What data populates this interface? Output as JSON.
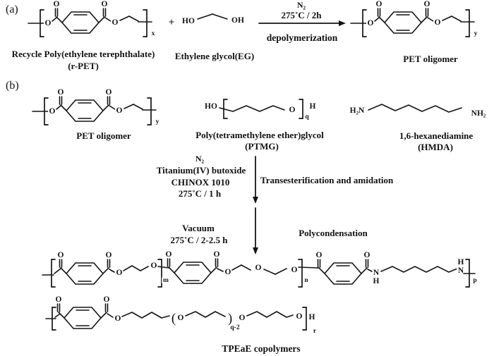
{
  "palette": {
    "ink": "#141414",
    "background": "#ffffff"
  },
  "section_a": {
    "label": "(a)",
    "reactant1": {
      "name1": "Recycle Poly(ethylene terephthalate)",
      "name2": "(r-PET)"
    },
    "reactant2": {
      "name": "Ethylene glycol(EG)"
    },
    "arrow": {
      "above1": "N₂",
      "above2": "275˚C / 2h",
      "below": "depolymerization"
    },
    "product": {
      "name": "PET oligomer"
    }
  },
  "section_b": {
    "label": "(b)",
    "reactant1": {
      "name": "PET oligomer"
    },
    "reactant2": {
      "name1": "Poly(tetramethylene ether)glycol",
      "name2": "(PTMG)"
    },
    "reactant3": {
      "name1": "1,6-hexanediamine",
      "name2": "(HMDA)"
    },
    "step1": {
      "conditions": [
        "N₂",
        "Titanium(IV) butoxide",
        "CHINOX 1010",
        "275˚C / 1 h"
      ],
      "process": "Transesterification and amidation"
    },
    "step2": {
      "conditions": [
        "Vacuum",
        "275˚C / 2-2.5 h"
      ],
      "process": "Polycondensation"
    },
    "product": {
      "name": "TPEaE copolymers"
    }
  },
  "drawing": {
    "atom_o": "O",
    "primitives": [
      [
        "l",
        40,
        33,
        62,
        33
      ],
      [
        "br",
        57,
        14,
        52,
        1
      ],
      [
        "t",
        "O",
        68,
        33
      ],
      [
        "l",
        74,
        30,
        80,
        25
      ],
      [
        "tp",
        114,
        32
      ],
      [
        "l",
        149,
        25,
        157,
        30
      ],
      [
        "t",
        "O",
        163,
        32
      ],
      [
        "l",
        170,
        29,
        183,
        23
      ],
      [
        "l",
        183,
        23,
        196,
        30
      ],
      [
        "l",
        196,
        31,
        215,
        31
      ],
      [
        "br",
        208,
        14,
        52,
        -1
      ],
      [
        "sub",
        "x",
        217,
        48
      ],
      [
        "t",
        "+",
        243,
        32,
        15
      ],
      [
        "t",
        "HO",
        267,
        30
      ],
      [
        "l",
        280,
        27,
        301,
        20
      ],
      [
        "l",
        301,
        20,
        322,
        27
      ],
      [
        "t",
        "OH",
        337,
        29
      ],
      [
        "arr",
        367,
        33,
        480,
        33
      ],
      [
        "l",
        497,
        33,
        519,
        33
      ],
      [
        "br",
        514,
        14,
        52,
        1
      ],
      [
        "t",
        "O",
        525,
        33
      ],
      [
        "l",
        531,
        30,
        537,
        25
      ],
      [
        "tp",
        571,
        32
      ],
      [
        "l",
        606,
        25,
        614,
        30
      ],
      [
        "t",
        "O",
        620,
        32
      ],
      [
        "l",
        627,
        29,
        640,
        23
      ],
      [
        "l",
        640,
        23,
        653,
        30
      ],
      [
        "l",
        653,
        31,
        672,
        31
      ],
      [
        "br",
        665,
        14,
        52,
        -1
      ],
      [
        "sub",
        "y",
        674,
        48
      ],
      [
        "l",
        46,
        158,
        68,
        158
      ],
      [
        "br",
        63,
        139,
        177,
        1
      ],
      [
        "t",
        "O",
        74,
        158
      ],
      [
        "l",
        80,
        155,
        86,
        150
      ],
      [
        "tp",
        120,
        157
      ],
      [
        "l",
        155,
        150,
        163,
        155
      ],
      [
        "t",
        "O",
        169,
        157
      ],
      [
        "l",
        176,
        154,
        189,
        148
      ],
      [
        "l",
        189,
        148,
        202,
        155
      ],
      [
        "l",
        202,
        156,
        221,
        156
      ],
      [
        "br",
        214,
        139,
        177,
        -1
      ],
      [
        "sub",
        "y",
        223,
        173
      ],
      [
        "t",
        "HO",
        299,
        151
      ],
      [
        "br",
        317,
        141,
        168,
        1
      ],
      [
        "z",
        [
          311,
          153,
          330,
          158,
          349,
          150,
          368,
          158,
          387,
          150,
          403,
          156
        ]
      ],
      [
        "t",
        "O",
        414,
        156
      ],
      [
        "br",
        429,
        141,
        168,
        -1
      ],
      [
        "sub",
        "q",
        435,
        166
      ],
      [
        "t",
        "H",
        443,
        151
      ],
      [
        "t",
        "H₂N",
        506,
        157
      ],
      [
        "z",
        [
          522,
          156,
          541,
          148,
          560,
          157,
          579,
          149,
          598,
          158,
          617,
          150,
          636,
          159,
          654,
          153
        ]
      ],
      [
        "t",
        "NH₂",
        678,
        161
      ],
      [
        "arr",
        362,
        222,
        362,
        279
      ],
      [
        "arr",
        362,
        295,
        362,
        351
      ],
      [
        "l",
        60,
        390,
        76,
        390
      ],
      [
        "br",
        73,
        368,
        407,
        1
      ],
      [
        "l",
        77,
        388,
        86,
        381
      ],
      [
        "tp",
        120,
        388
      ],
      [
        "l",
        155,
        382,
        162,
        386
      ],
      [
        "t",
        "O",
        169,
        387
      ],
      [
        "l",
        175,
        384,
        187,
        377
      ],
      [
        "l",
        187,
        377,
        199,
        384
      ],
      [
        "l",
        199,
        384,
        210,
        378
      ],
      [
        "t",
        "O",
        218,
        377
      ],
      [
        "br",
        229,
        368,
        407,
        -1
      ],
      [
        "sub",
        "m",
        235,
        398
      ],
      [
        "l",
        224,
        378,
        239,
        380
      ],
      [
        "tp",
        273,
        387
      ],
      [
        "l",
        308,
        381,
        316,
        385
      ],
      [
        "t",
        "O",
        323,
        386
      ],
      [
        "l",
        329,
        383,
        342,
        376
      ],
      [
        "l",
        342,
        376,
        355,
        383
      ],
      [
        "t",
        "O",
        366,
        380
      ],
      [
        "l",
        374,
        382,
        390,
        389
      ],
      [
        "l",
        390,
        389,
        406,
        381
      ],
      [
        "t",
        "O",
        417,
        383
      ],
      [
        "br",
        428,
        368,
        407,
        -1
      ],
      [
        "sub",
        "n",
        434,
        398
      ],
      [
        "l",
        423,
        379,
        451,
        380
      ],
      [
        "tp",
        486,
        388
      ],
      [
        "l",
        521,
        382,
        527,
        385
      ],
      [
        "t",
        "N",
        533,
        387
      ],
      [
        "t",
        "H",
        533,
        399
      ],
      [
        "z",
        [
          540,
          385,
          556,
          378,
          572,
          386,
          588,
          378,
          604,
          386,
          620,
          378,
          636,
          386,
          648,
          381
        ]
      ],
      [
        "t",
        "H",
        653,
        372
      ],
      [
        "t",
        "N",
        653,
        384
      ],
      [
        "l",
        657,
        388,
        673,
        388
      ],
      [
        "br",
        665,
        368,
        407,
        -1
      ],
      [
        "sub",
        "p",
        673,
        398
      ],
      [
        "l",
        65,
        452,
        79,
        452
      ],
      [
        "br",
        74,
        436,
        468,
        1
      ],
      [
        "l",
        78,
        450,
        84,
        446
      ],
      [
        "tp",
        117,
        451
      ],
      [
        "l",
        152,
        445,
        160,
        450
      ],
      [
        "t",
        "O",
        167,
        452
      ],
      [
        "z",
        [
          173,
          449,
          187,
          443,
          201,
          451,
          215,
          443,
          229,
          451,
          240,
          448
        ]
      ],
      [
        "par",
        "(",
        246,
        452
      ],
      [
        "t",
        "O",
        256,
        451
      ],
      [
        "z",
        [
          263,
          448,
          277,
          442,
          291,
          450,
          305,
          442,
          319,
          449
        ]
      ],
      [
        "par",
        ")",
        326,
        452
      ],
      [
        "sub",
        "q-2",
        333,
        465
      ],
      [
        "t",
        "O",
        343,
        451
      ],
      [
        "z",
        [
          350,
          448,
          364,
          442,
          378,
          450,
          392,
          442,
          406,
          450,
          415,
          447
        ]
      ],
      [
        "t",
        "O",
        424,
        449
      ],
      [
        "br",
        434,
        436,
        468,
        -1
      ],
      [
        "t",
        "H",
        442,
        450
      ],
      [
        "sub",
        "r",
        446,
        470
      ]
    ]
  }
}
